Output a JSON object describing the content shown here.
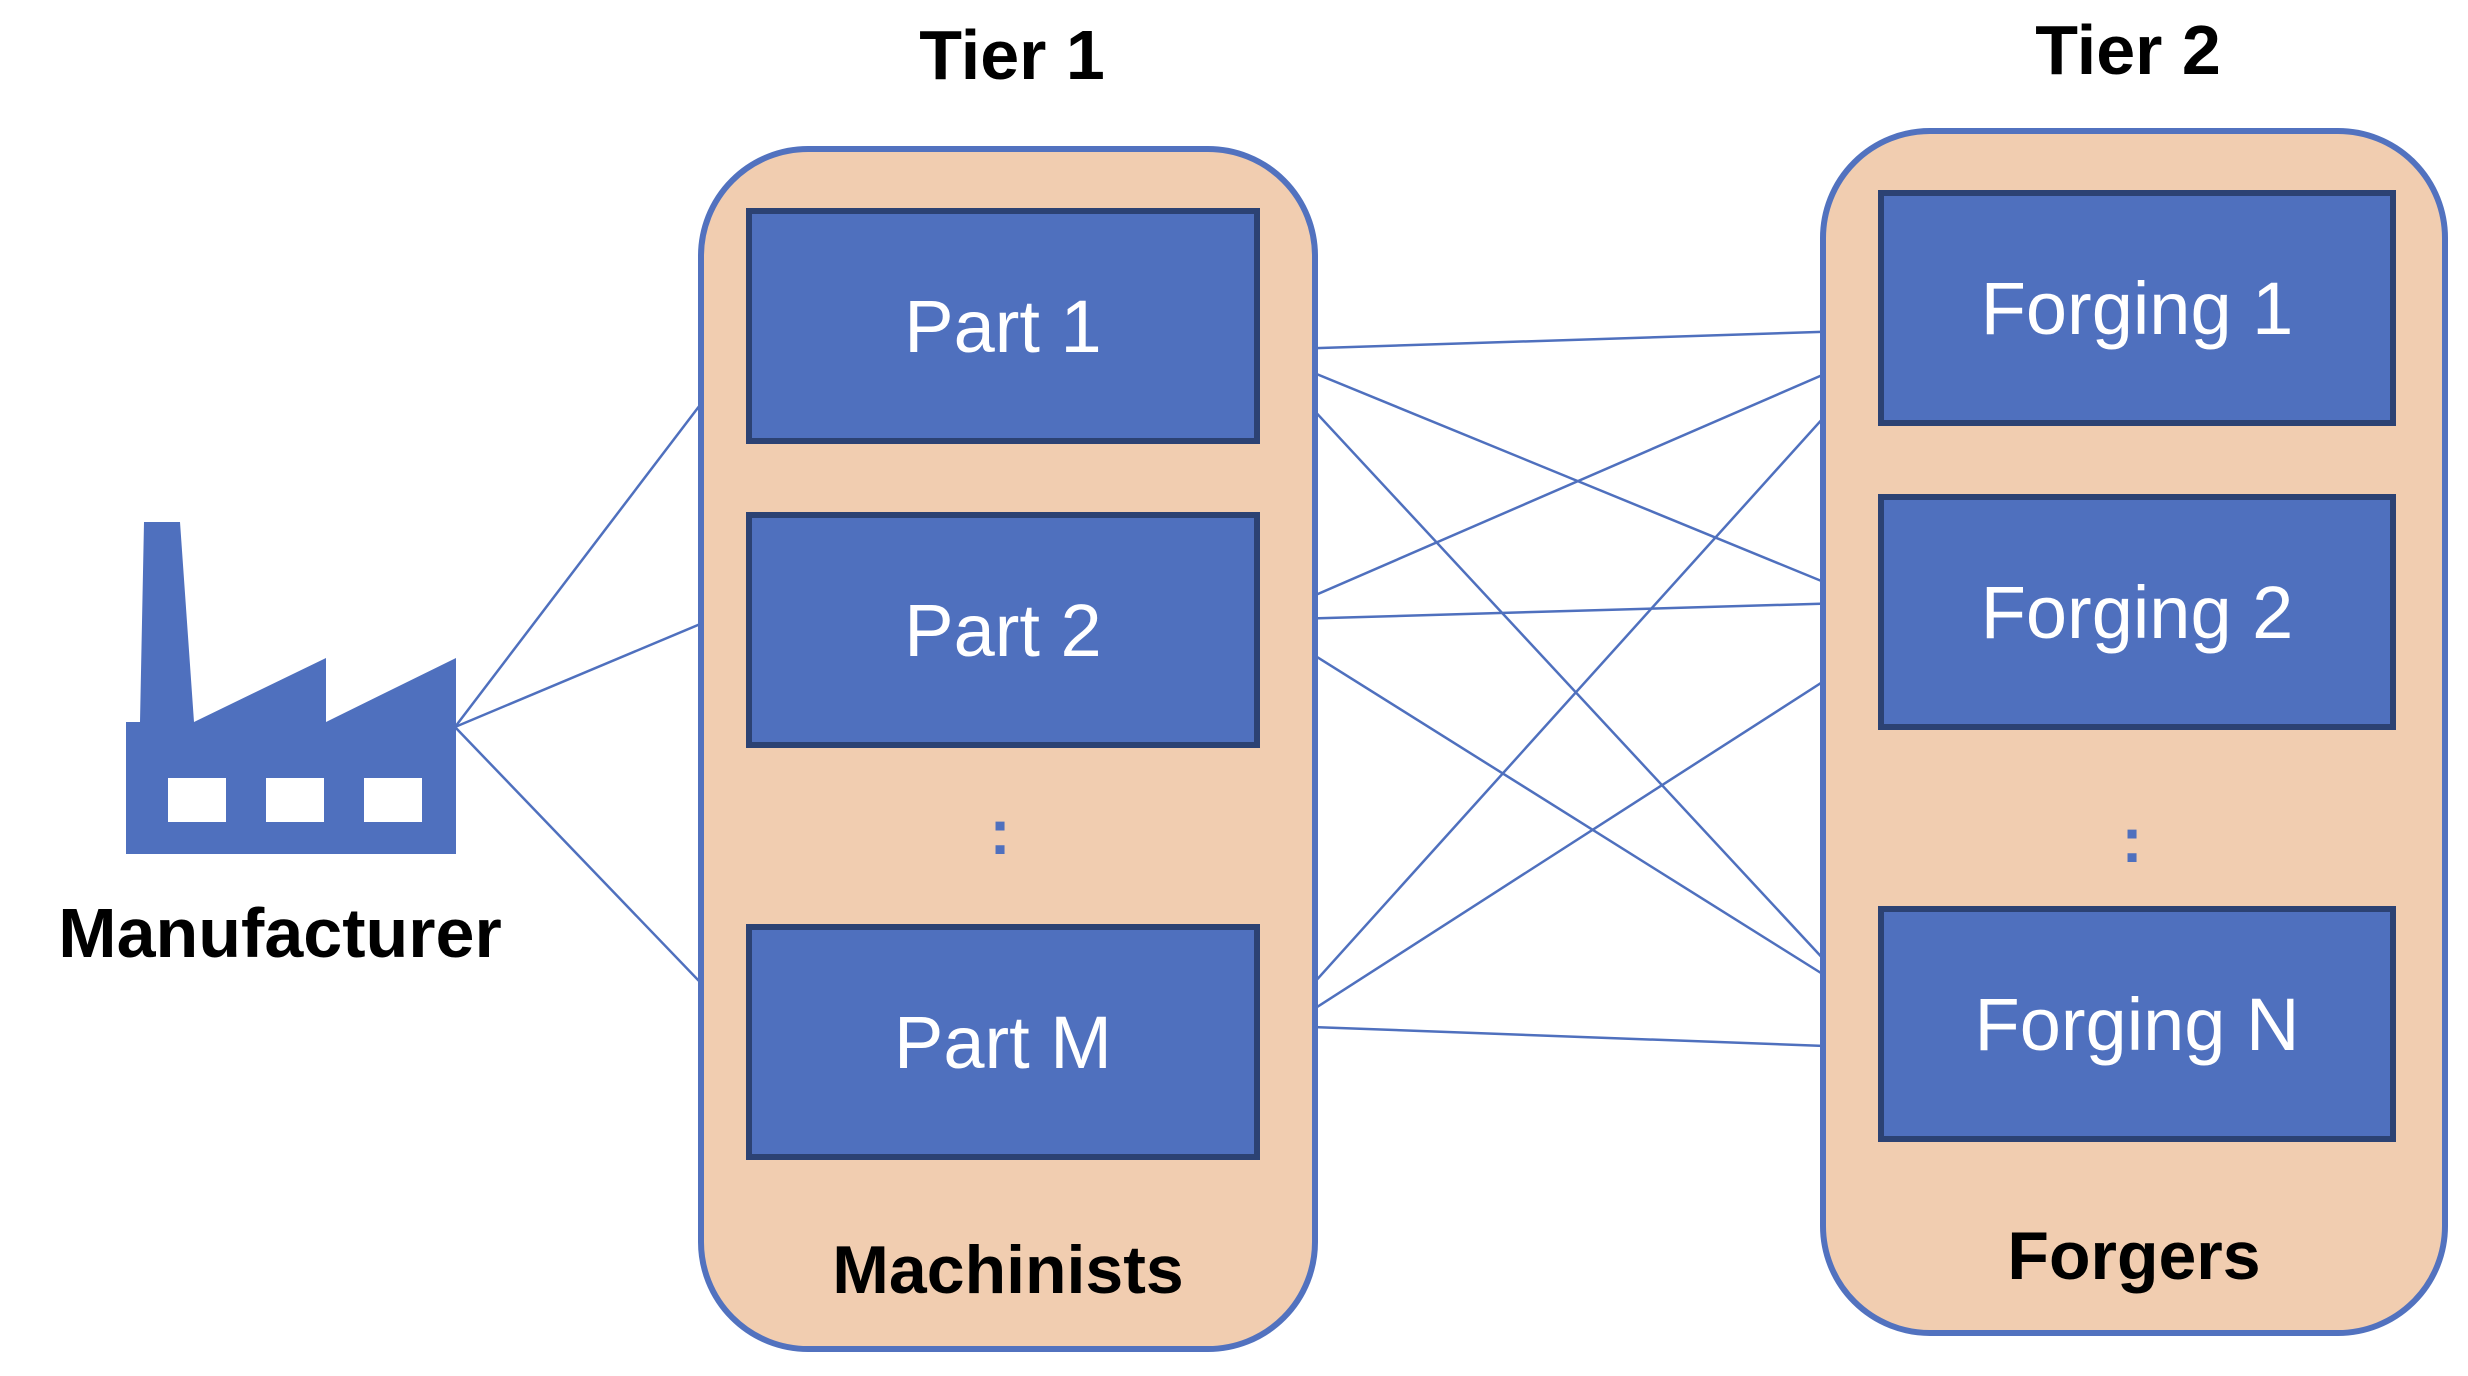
{
  "tiers": [
    {
      "title": "Tier 1",
      "group_label": "Machinists",
      "nodes": [
        "Part 1",
        "Part 2",
        "Part M"
      ],
      "ellipsis": ":"
    },
    {
      "title": "Tier 2",
      "group_label": "Forgers",
      "nodes": [
        "Forging 1",
        "Forging 2",
        "Forging N"
      ],
      "ellipsis": ":"
    }
  ],
  "manufacturer": {
    "label": "Manufacturer",
    "icon": "factory-icon"
  },
  "colors": {
    "node_fill": "#4f70be",
    "node_border": "#2c4273",
    "group_fill": "#f1cdb0",
    "group_border": "#5272bf",
    "link": "#4f70be"
  }
}
